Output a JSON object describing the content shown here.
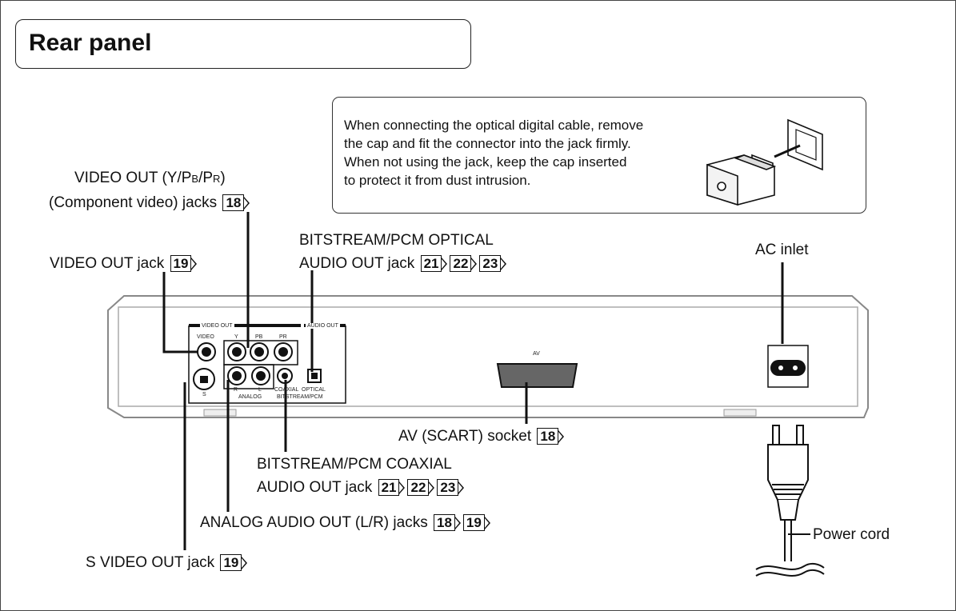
{
  "title": "Rear panel",
  "note": {
    "lines": [
      "When connecting the optical digital cable, remove",
      "the cap and fit the connector into the jack firmly.",
      "When not using the jack, keep the cap inserted",
      "to protect it from dust intrusion."
    ]
  },
  "labels": {
    "component": {
      "line1": "VIDEO OUT (Y/P",
      "line1_sub_b": "B",
      "line1_sep": "/P",
      "line1_sub_r": "R",
      "line1_end": ")",
      "line2": "(Component video) jacks",
      "refs": [
        "18"
      ]
    },
    "video_out": {
      "text": "VIDEO OUT jack",
      "refs": [
        "19"
      ]
    },
    "optical": {
      "line1": "BITSTREAM/PCM OPTICAL",
      "line2": "AUDIO OUT jack",
      "refs": [
        "21",
        "22",
        "23"
      ]
    },
    "ac_inlet": {
      "text": "AC inlet"
    },
    "av_scart": {
      "text": "AV (SCART) socket",
      "refs": [
        "18"
      ]
    },
    "coaxial": {
      "line1": "BITSTREAM/PCM COAXIAL",
      "line2": "AUDIO OUT jack",
      "refs": [
        "21",
        "22",
        "23"
      ]
    },
    "analog": {
      "text": "ANALOG AUDIO OUT (L/R) jacks",
      "refs": [
        "18",
        "19"
      ]
    },
    "s_video": {
      "text": "S VIDEO OUT jack",
      "refs": [
        "19"
      ]
    },
    "power_cord": {
      "text": "Power cord"
    }
  },
  "panel_print": {
    "video_out_header": "VIDEO OUT",
    "audio_out_header": "AUDIO OUT",
    "video": "VIDEO",
    "y": "Y",
    "pb": "PB",
    "pr": "PR",
    "s": "S",
    "r": "R",
    "l": "L",
    "analog": "ANALOG",
    "coaxial": "COAXIAL",
    "optical": "OPTICAL",
    "bitstream_pcm": "BITSTREAM/PCM",
    "av": "AV"
  }
}
